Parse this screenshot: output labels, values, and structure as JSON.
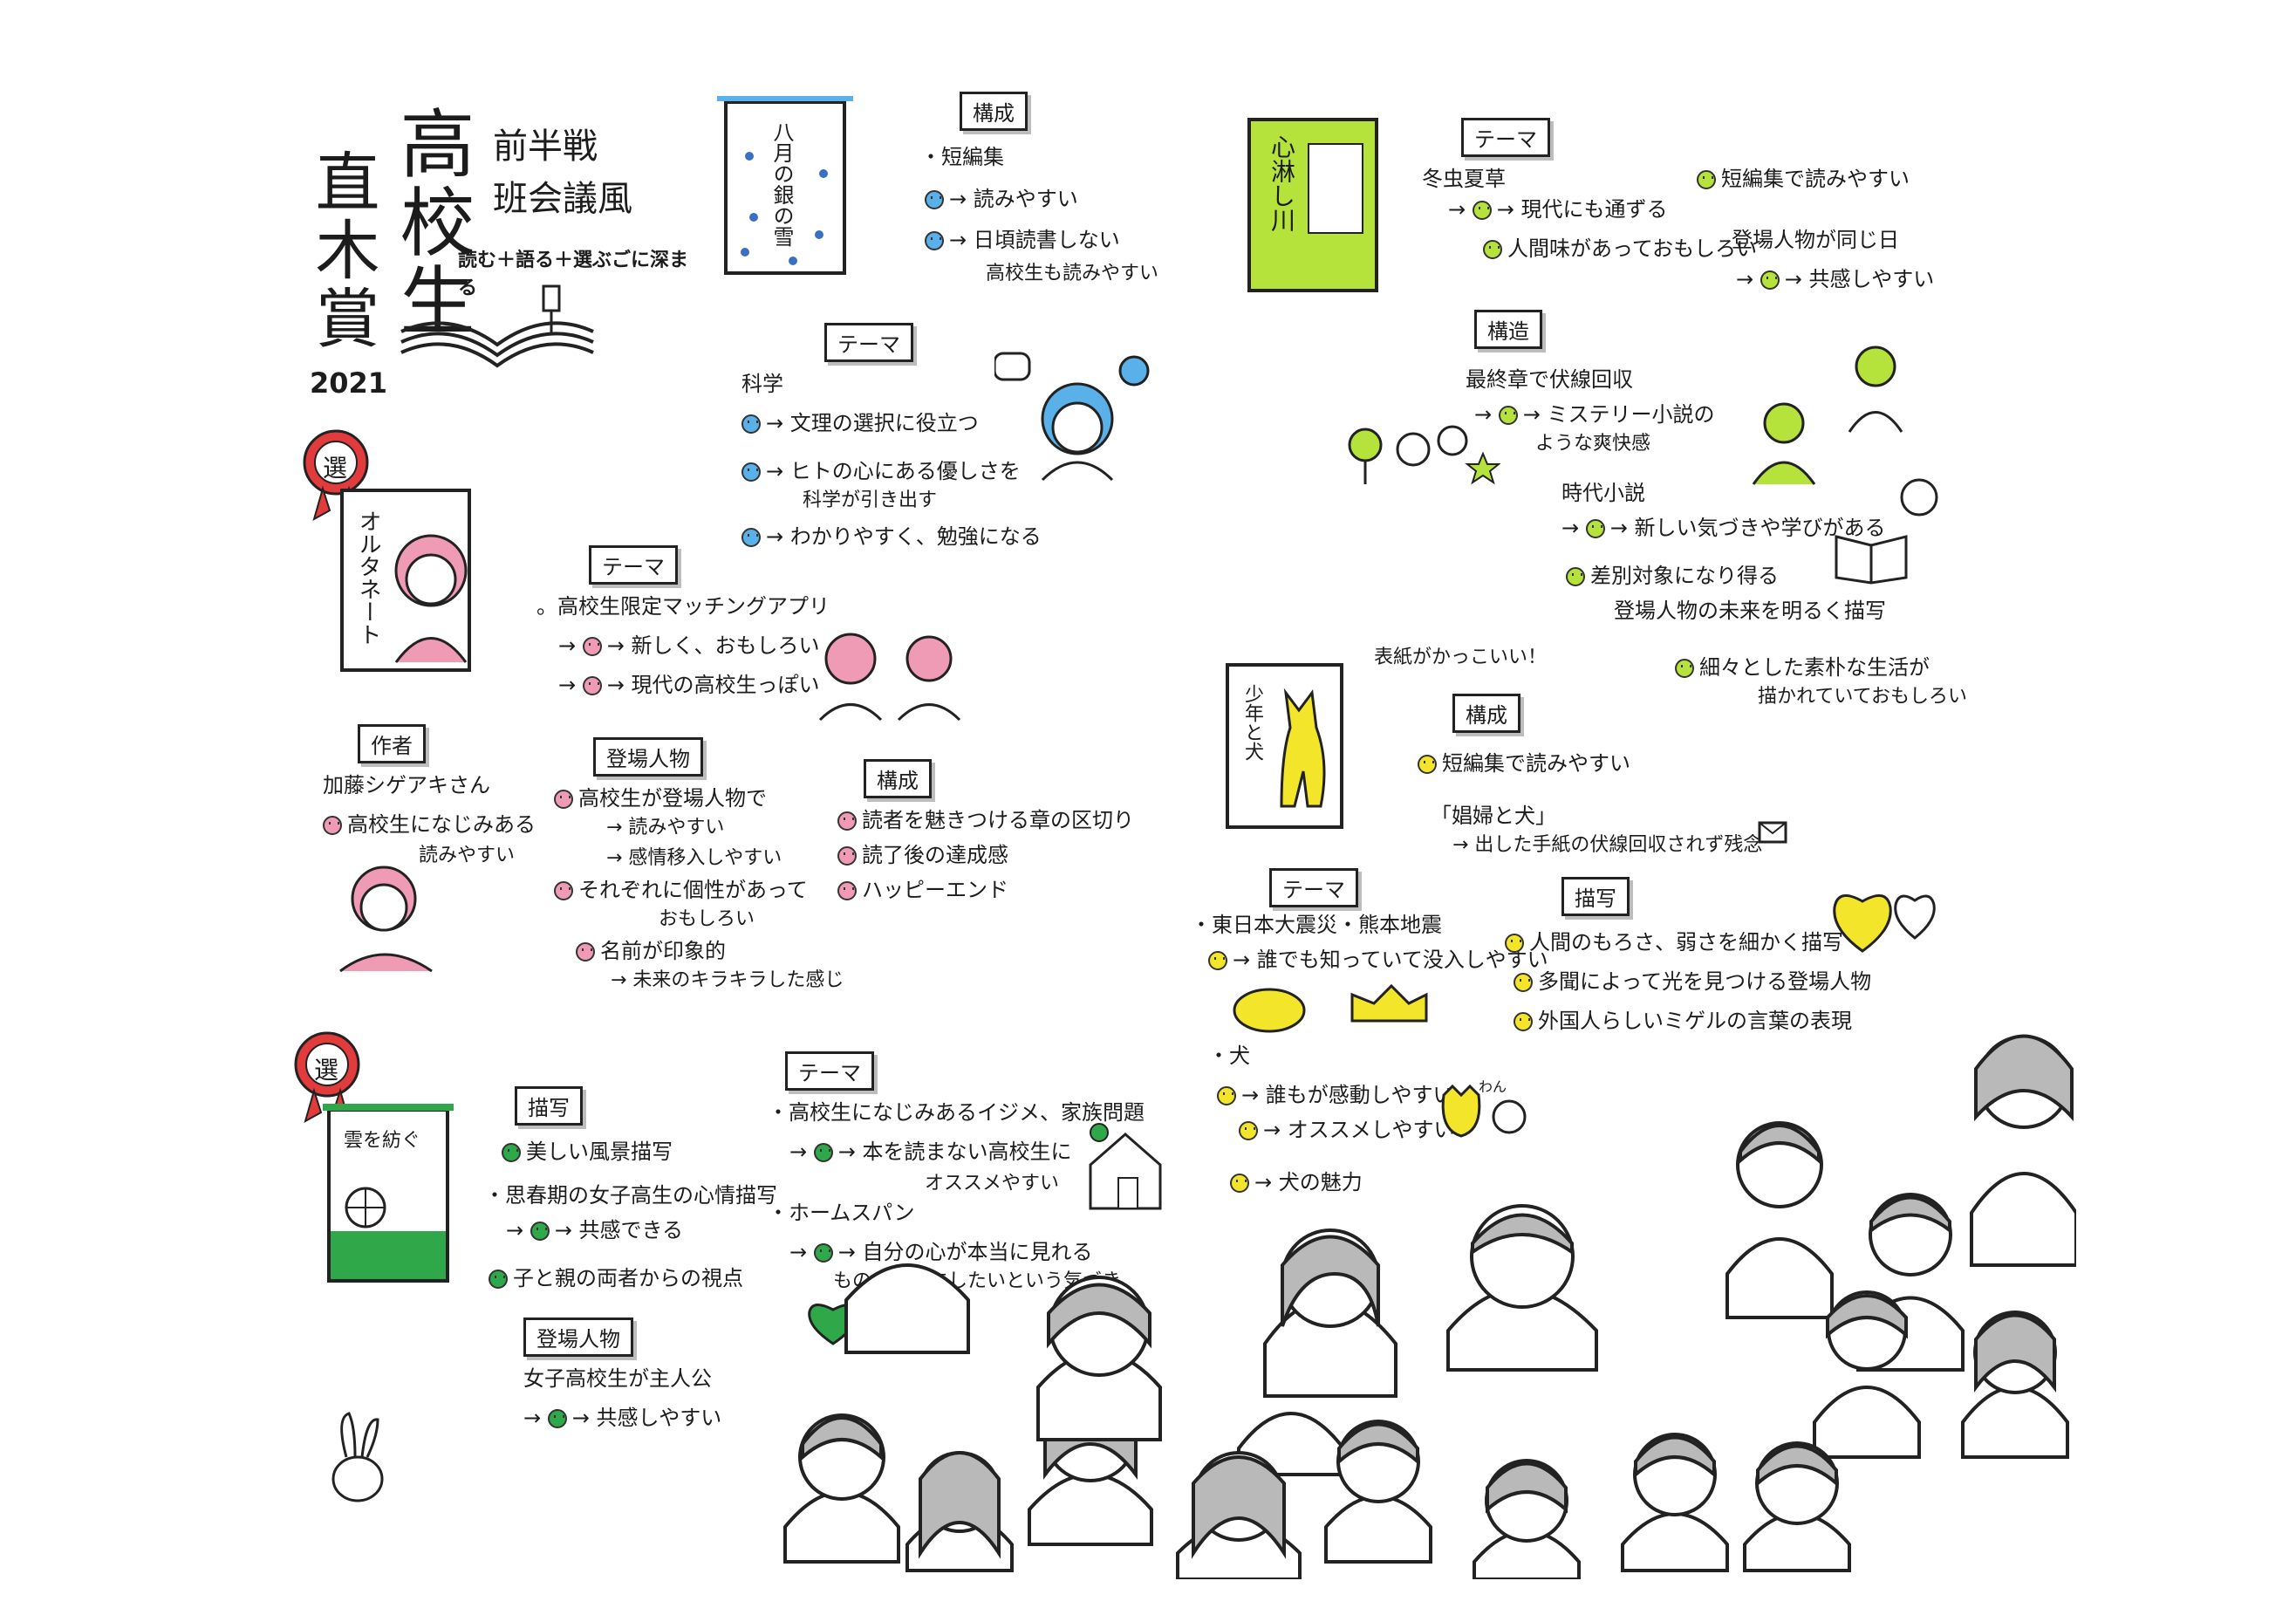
{
  "header": {
    "title_main": "高校生",
    "title_side": "直木賞",
    "year": "2021",
    "subtitle_1": "前半戦",
    "subtitle_2": "班会議風",
    "tagline": "読む＋語る＋選ぶごに深まる"
  },
  "badges": {
    "selected_1": "選",
    "selected_2": "選"
  },
  "book1": {
    "title": "八月の銀の雪",
    "composition_tag": "構成",
    "composition_lines": [
      "・短編集",
      "→ 読みやすい",
      "→ 日頃読書しない",
      "高校生も読みやすい"
    ],
    "theme_tag": "テーマ",
    "theme_head": "科学",
    "theme_lines": [
      "→ 文理の選択に役立つ",
      "→ ヒトの心にある優しさを",
      "科学が引き出す",
      "→ わかりやすく、勉強になる"
    ]
  },
  "book2": {
    "title": "オルタネート",
    "theme_tag": "テーマ",
    "theme_lines": [
      "。高校生限定マッチングアプリ",
      "→ 新しく、おもしろい",
      "→ 現代の高校生っぽい"
    ],
    "author_tag": "作者",
    "author_lines": [
      "加藤シゲアキさん",
      "高校生になじみある",
      "読みやすい"
    ],
    "characters_tag": "登場人物",
    "characters_lines": [
      "高校生が登場人物で",
      "→ 読みやすい",
      "→ 感情移入しやすい",
      "それぞれに個性があって",
      "おもしろい",
      "名前が印象的",
      "→ 未来のキラキラした感じ"
    ],
    "composition_tag": "構成",
    "composition_lines": [
      "読者を魅きつける章の区切り",
      "読了後の達成感",
      "ハッピーエンド"
    ]
  },
  "book3": {
    "title": "雲を紡ぐ",
    "depiction_tag": "描写",
    "depiction_lines": [
      "美しい風景描写",
      "・思春期の女子高生の心情描写",
      "→ 共感できる",
      "子と親の両者からの視点"
    ],
    "characters_tag": "登場人物",
    "characters_lines": [
      "女子高校生が主人公",
      "→ 共感しやすい"
    ],
    "theme_tag": "テーマ",
    "theme_lines": [
      "・高校生になじみあるイジメ、家族問題",
      "→ 本を読まない高校生に",
      "オススメやすい",
      "・ホームスパン",
      "→ 自分の心が本当に見れる",
      "ものを大切にしたいという気づき"
    ]
  },
  "book4": {
    "title": "心淋し川",
    "theme_tag": "テーマ",
    "theme_lines": [
      "冬虫夏草",
      "→ 現代にも通ずる",
      "人間味があっておもしろい",
      "短編集で読みやすい",
      "登場人物が同じ日",
      "→ 共感しやすい"
    ],
    "structure_tag": "構造",
    "structure_lines": [
      "最終章で伏線回収",
      "→ ミステリー小説の",
      "ような爽快感",
      "時代小説",
      "→ 新しい気づきや学びがある",
      "差別対象になり得る",
      "登場人物の未来を明るく描写",
      "細々とした素朴な生活が",
      "描かれていておもしろい"
    ]
  },
  "book5": {
    "title": "少年と犬",
    "cover_note": "表紙がかっこいい！",
    "composition_tag": "構成",
    "composition_lines": [
      "短編集で読みやすい",
      "「娼婦と犬」",
      "→ 出した手紙の伏線回収されず残念"
    ],
    "theme_tag": "テーマ",
    "theme_lines": [
      "・東日本大震災・熊本地震",
      "→ 誰でも知っていて没入しやすい",
      "・犬",
      "→ 誰もが感動しやすい",
      "→ オススメしやすい",
      "→ 犬の魅力"
    ],
    "depiction_tag": "描写",
    "depiction_lines": [
      "人間のもろさ、弱さを細かく描写",
      "多聞によって光を見つける登場人物",
      "外国人らしいミゲルの言葉の表現"
    ],
    "dog_sound": "わん"
  },
  "colors": {
    "blue": "#5ab0e8",
    "pink": "#f09bb5",
    "lime": "#b5e33b",
    "yellow": "#f3e62a",
    "green": "#2fa84a",
    "badge_red": "#e23b3b",
    "gray": "#b9b9b9"
  }
}
